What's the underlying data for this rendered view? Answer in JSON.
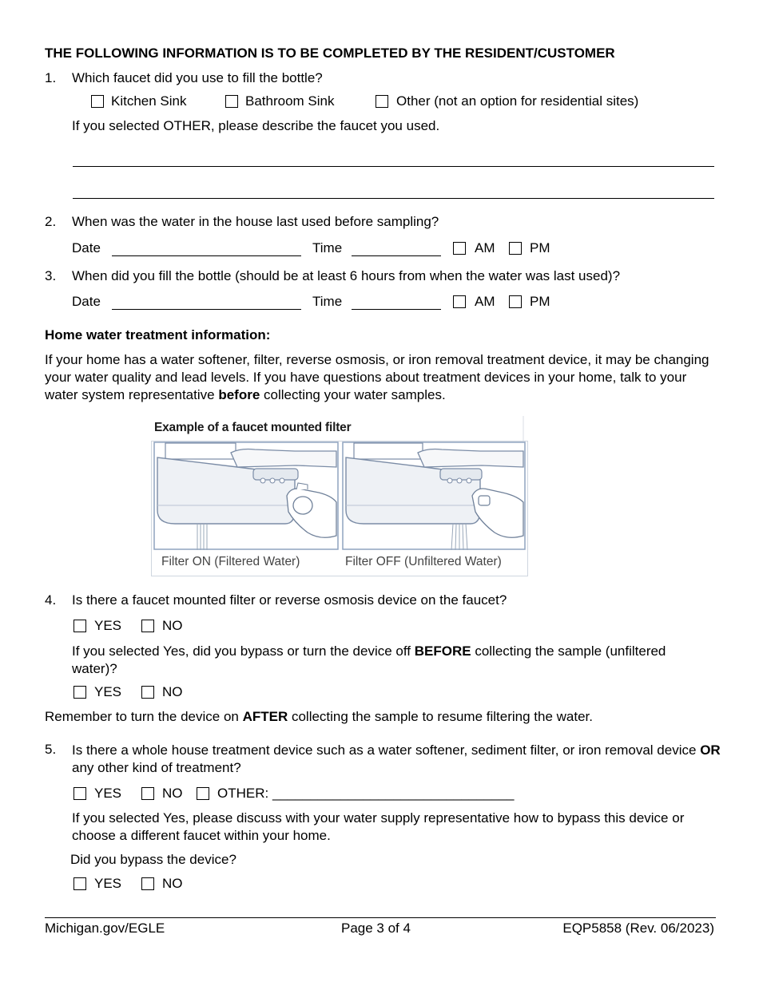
{
  "heading": "THE FOLLOWING INFORMATION IS TO BE COMPLETED BY THE RESIDENT/CUSTOMER",
  "q1": {
    "num": "1.",
    "text": "Which faucet did you use to fill the bottle?",
    "options": [
      "Kitchen Sink",
      "Bathroom Sink",
      "Other (not an option for residential sites)"
    ],
    "other_prompt": "If you selected OTHER, please describe the faucet you used."
  },
  "q2": {
    "num": "2.",
    "text": "When was the water in the house last used before sampling?",
    "date_label": "Date",
    "time_label": "Time",
    "am": "AM",
    "pm": "PM"
  },
  "q3": {
    "num": "3.",
    "text": "When did you fill the bottle (should be at least 6 hours from when the water was last used)?",
    "date_label": "Date",
    "time_label": "Time",
    "am": "AM",
    "pm": "PM"
  },
  "treatment": {
    "heading": "Home water treatment information:",
    "para_a": "If your home has a water softener, filter, reverse osmosis, or iron removal treatment device, it may be changing your water quality and lead levels. If you have questions about treatment devices in your home, talk to your water system representative ",
    "para_bold": "before",
    "para_b": " collecting your water samples."
  },
  "figure": {
    "title": "Example of a faucet mounted filter",
    "caption_on": "Filter ON (Filtered Water)",
    "caption_off": "Filter OFF (Unfiltered Water)"
  },
  "q4": {
    "num": "4.",
    "text": "Is there a faucet mounted filter or reverse osmosis device on the faucet?",
    "yes": "YES",
    "no": "NO",
    "follow_a": "If you selected Yes, did you bypass or turn the device off ",
    "follow_bold": "BEFORE",
    "follow_b": " collecting the sample (unfiltered water)?",
    "yes2": "YES",
    "no2": "NO"
  },
  "reminder": {
    "a": "Remember to turn the device on ",
    "bold": "AFTER",
    "b": " collecting the sample to resume filtering the water."
  },
  "q5": {
    "num": "5.",
    "text_a": "Is there a whole house treatment device such as a water softener, sediment filter, or iron removal device ",
    "text_bold": "OR",
    "text_b": " any other kind of treatment?",
    "yes": "YES",
    "no": "NO",
    "other": "OTHER: ________________________________",
    "follow": "If you selected Yes, please discuss with your water supply representative how to bypass this device or choose a different faucet within your home.",
    "bypass_q": "Did you bypass the device?",
    "yes2": "YES",
    "no2": "NO"
  },
  "footer": {
    "left": "Michigan.gov/EGLE",
    "center": "Page 3 of 4",
    "right": "EQP5858 (Rev. 06/2023)"
  }
}
